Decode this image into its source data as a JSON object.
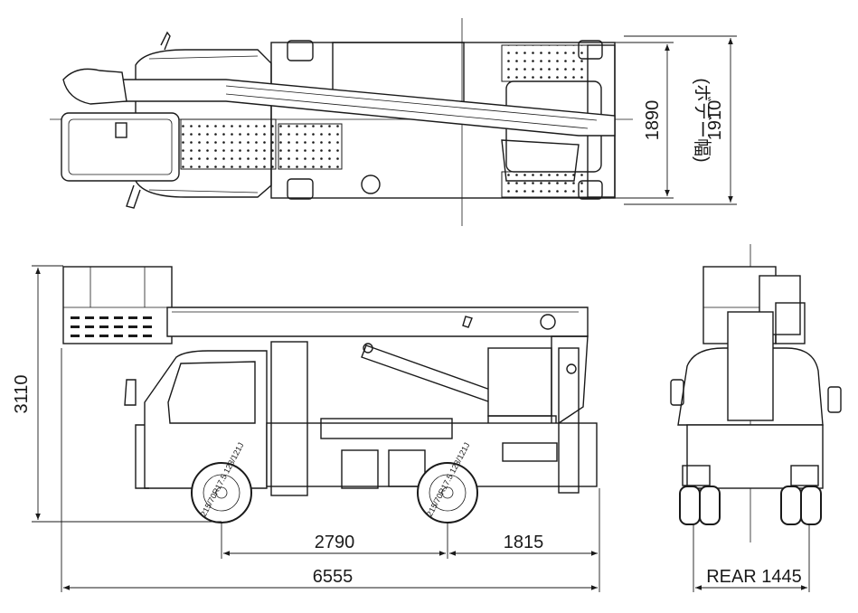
{
  "dimensions": {
    "plan_width_body": "1890",
    "plan_width_body_note": "(ボデー幅)",
    "plan_width_overall": "1910",
    "overall_height": "3110",
    "wheelbase": "2790",
    "rear_overhang": "1815",
    "overall_length": "6555",
    "rear_track": "REAR 1445"
  },
  "tire_label": "215/70R17.5 123/121J",
  "tire_label_rear": "215/70R17.5 123/121J",
  "colors": {
    "line": "#1a1a1a",
    "background": "#ffffff"
  }
}
